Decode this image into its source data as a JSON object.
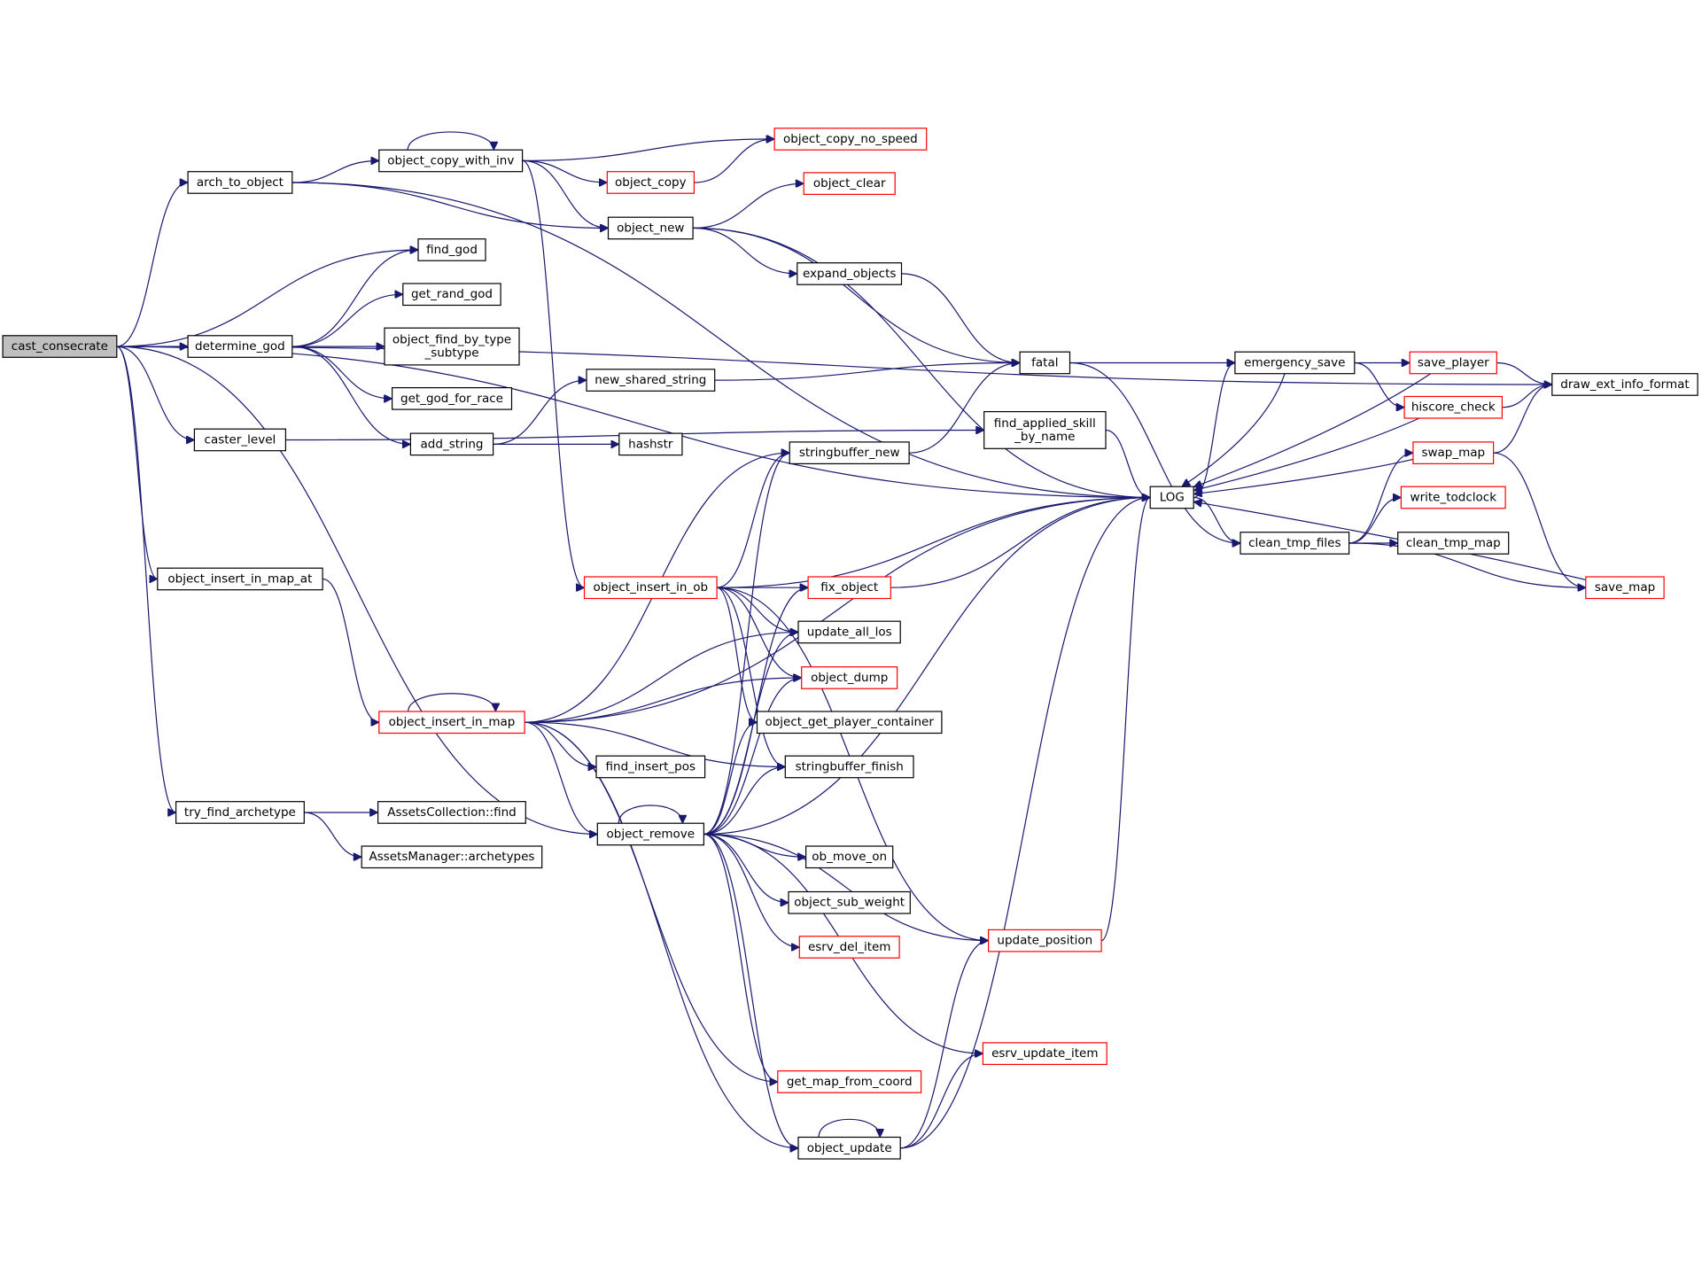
{
  "colors": {
    "edge": "#191970",
    "root_fill": "#bfbfbf",
    "red_border": "#ff0000",
    "normal_border": "#000000"
  },
  "nodes": {
    "cast_consecrate": {
      "label": "cast_consecrate",
      "style": "root"
    },
    "arch_to_object": {
      "label": "arch_to_object",
      "style": "normal"
    },
    "object_copy_with_inv": {
      "label": "object_copy_with_inv",
      "style": "normal"
    },
    "object_copy_no_speed": {
      "label": "object_copy_no_speed",
      "style": "red"
    },
    "object_copy": {
      "label": "object_copy",
      "style": "red"
    },
    "object_clear": {
      "label": "object_clear",
      "style": "red"
    },
    "object_new": {
      "label": "object_new",
      "style": "normal"
    },
    "find_god": {
      "label": "find_god",
      "style": "normal"
    },
    "get_rand_god": {
      "label": "get_rand_god",
      "style": "normal"
    },
    "determine_god": {
      "label": "determine_god",
      "style": "normal"
    },
    "object_find_by_type_subtype": {
      "label": [
        "object_find_by_type",
        "_subtype"
      ],
      "style": "normal"
    },
    "get_god_for_race": {
      "label": "get_god_for_race",
      "style": "normal"
    },
    "expand_objects": {
      "label": "expand_objects",
      "style": "normal"
    },
    "fatal": {
      "label": "fatal",
      "style": "normal"
    },
    "new_shared_string": {
      "label": "new_shared_string",
      "style": "normal"
    },
    "caster_level": {
      "label": "caster_level",
      "style": "normal"
    },
    "add_string": {
      "label": "add_string",
      "style": "normal"
    },
    "hashstr": {
      "label": "hashstr",
      "style": "normal"
    },
    "stringbuffer_new": {
      "label": "stringbuffer_new",
      "style": "normal"
    },
    "find_applied_skill_by_name": {
      "label": [
        "find_applied_skill",
        "_by_name"
      ],
      "style": "normal"
    },
    "emergency_save": {
      "label": "emergency_save",
      "style": "normal"
    },
    "save_player": {
      "label": "save_player",
      "style": "red"
    },
    "draw_ext_info_format": {
      "label": "draw_ext_info_format",
      "style": "normal"
    },
    "hiscore_check": {
      "label": "hiscore_check",
      "style": "red"
    },
    "swap_map": {
      "label": "swap_map",
      "style": "red"
    },
    "LOG": {
      "label": "LOG",
      "style": "normal"
    },
    "write_todclock": {
      "label": "write_todclock",
      "style": "red"
    },
    "clean_tmp_files": {
      "label": "clean_tmp_files",
      "style": "normal"
    },
    "clean_tmp_map": {
      "label": "clean_tmp_map",
      "style": "normal"
    },
    "save_map": {
      "label": "save_map",
      "style": "red"
    },
    "object_insert_in_map_at": {
      "label": "object_insert_in_map_at",
      "style": "normal"
    },
    "object_insert_in_ob": {
      "label": "object_insert_in_ob",
      "style": "red"
    },
    "fix_object": {
      "label": "fix_object",
      "style": "red"
    },
    "update_all_los": {
      "label": "update_all_los",
      "style": "normal"
    },
    "object_dump": {
      "label": "object_dump",
      "style": "red"
    },
    "object_insert_in_map": {
      "label": "object_insert_in_map",
      "style": "red"
    },
    "object_get_player_container": {
      "label": "object_get_player_container",
      "style": "normal"
    },
    "find_insert_pos": {
      "label": "find_insert_pos",
      "style": "normal"
    },
    "stringbuffer_finish": {
      "label": "stringbuffer_finish",
      "style": "normal"
    },
    "try_find_archetype": {
      "label": "try_find_archetype",
      "style": "normal"
    },
    "AssetsCollection_find": {
      "label": "AssetsCollection::find",
      "style": "normal"
    },
    "AssetsManager_archetypes": {
      "label": "AssetsManager::archetypes",
      "style": "normal"
    },
    "object_remove": {
      "label": "object_remove",
      "style": "normal"
    },
    "ob_move_on": {
      "label": "ob_move_on",
      "style": "normal"
    },
    "object_sub_weight": {
      "label": "object_sub_weight",
      "style": "normal"
    },
    "esrv_del_item": {
      "label": "esrv_del_item",
      "style": "red"
    },
    "update_position": {
      "label": "update_position",
      "style": "red"
    },
    "esrv_update_item": {
      "label": "esrv_update_item",
      "style": "red"
    },
    "get_map_from_coord": {
      "label": "get_map_from_coord",
      "style": "red"
    },
    "object_update": {
      "label": "object_update",
      "style": "normal"
    }
  },
  "edges": [
    [
      "cast_consecrate",
      "arch_to_object"
    ],
    [
      "cast_consecrate",
      "LOG"
    ],
    [
      "cast_consecrate",
      "draw_ext_info_format"
    ],
    [
      "cast_consecrate",
      "find_god"
    ],
    [
      "cast_consecrate",
      "determine_god"
    ],
    [
      "cast_consecrate",
      "caster_level"
    ],
    [
      "cast_consecrate",
      "object_insert_in_map_at"
    ],
    [
      "cast_consecrate",
      "try_find_archetype"
    ],
    [
      "cast_consecrate",
      "object_remove"
    ],
    [
      "arch_to_object",
      "object_copy_with_inv"
    ],
    [
      "arch_to_object",
      "object_new"
    ],
    [
      "arch_to_object",
      "LOG"
    ],
    [
      "object_copy_with_inv",
      "object_copy_with_inv"
    ],
    [
      "object_copy_with_inv",
      "object_copy_no_speed"
    ],
    [
      "object_copy_with_inv",
      "object_copy"
    ],
    [
      "object_copy_with_inv",
      "object_new"
    ],
    [
      "object_copy_with_inv",
      "object_insert_in_ob"
    ],
    [
      "object_copy",
      "object_copy_no_speed"
    ],
    [
      "object_new",
      "object_clear"
    ],
    [
      "object_new",
      "expand_objects"
    ],
    [
      "object_new",
      "fatal"
    ],
    [
      "object_new",
      "LOG"
    ],
    [
      "expand_objects",
      "fatal"
    ],
    [
      "determine_god",
      "find_god"
    ],
    [
      "determine_god",
      "get_rand_god"
    ],
    [
      "determine_god",
      "object_find_by_type_subtype"
    ],
    [
      "determine_god",
      "get_god_for_race"
    ],
    [
      "determine_god",
      "add_string"
    ],
    [
      "add_string",
      "new_shared_string"
    ],
    [
      "add_string",
      "hashstr"
    ],
    [
      "new_shared_string",
      "fatal"
    ],
    [
      "caster_level",
      "find_applied_skill_by_name"
    ],
    [
      "find_applied_skill_by_name",
      "LOG"
    ],
    [
      "fatal",
      "emergency_save"
    ],
    [
      "fatal",
      "clean_tmp_files"
    ],
    [
      "emergency_save",
      "save_player"
    ],
    [
      "emergency_save",
      "hiscore_check"
    ],
    [
      "emergency_save",
      "LOG"
    ],
    [
      "save_player",
      "draw_ext_info_format"
    ],
    [
      "save_player",
      "LOG"
    ],
    [
      "hiscore_check",
      "draw_ext_info_format"
    ],
    [
      "hiscore_check",
      "LOG"
    ],
    [
      "LOG",
      "emergency_save"
    ],
    [
      "LOG",
      "clean_tmp_files"
    ],
    [
      "clean_tmp_files",
      "swap_map"
    ],
    [
      "clean_tmp_files",
      "write_todclock"
    ],
    [
      "clean_tmp_files",
      "clean_tmp_map"
    ],
    [
      "clean_tmp_files",
      "save_map"
    ],
    [
      "swap_map",
      "draw_ext_info_format"
    ],
    [
      "swap_map",
      "save_map"
    ],
    [
      "swap_map",
      "LOG"
    ],
    [
      "save_map",
      "LOG"
    ],
    [
      "stringbuffer_new",
      "fatal"
    ],
    [
      "object_insert_in_map_at",
      "object_insert_in_map"
    ],
    [
      "object_insert_in_map",
      "object_insert_in_map"
    ],
    [
      "object_insert_in_map",
      "stringbuffer_new"
    ],
    [
      "object_insert_in_map",
      "update_all_los"
    ],
    [
      "object_insert_in_map",
      "object_dump"
    ],
    [
      "object_insert_in_map",
      "find_insert_pos"
    ],
    [
      "object_insert_in_map",
      "stringbuffer_finish"
    ],
    [
      "object_insert_in_map",
      "object_remove"
    ],
    [
      "object_insert_in_map",
      "get_map_from_coord"
    ],
    [
      "object_insert_in_map",
      "object_update"
    ],
    [
      "object_insert_in_map",
      "LOG"
    ],
    [
      "object_insert_in_ob",
      "fix_object"
    ],
    [
      "object_insert_in_ob",
      "update_all_los"
    ],
    [
      "object_insert_in_ob",
      "object_dump"
    ],
    [
      "object_insert_in_ob",
      "object_get_player_container"
    ],
    [
      "object_insert_in_ob",
      "stringbuffer_finish"
    ],
    [
      "object_insert_in_ob",
      "stringbuffer_new"
    ],
    [
      "object_insert_in_ob",
      "LOG"
    ],
    [
      "object_insert_in_ob",
      "update_position"
    ],
    [
      "fix_object",
      "LOG"
    ],
    [
      "try_find_archetype",
      "AssetsCollection_find"
    ],
    [
      "try_find_archetype",
      "AssetsManager_archetypes"
    ],
    [
      "object_remove",
      "object_remove"
    ],
    [
      "object_remove",
      "stringbuffer_new"
    ],
    [
      "object_remove",
      "fix_object"
    ],
    [
      "object_remove",
      "update_all_los"
    ],
    [
      "object_remove",
      "object_dump"
    ],
    [
      "object_remove",
      "object_get_player_container"
    ],
    [
      "object_remove",
      "stringbuffer_finish"
    ],
    [
      "object_remove",
      "LOG"
    ],
    [
      "object_remove",
      "ob_move_on"
    ],
    [
      "object_remove",
      "object_sub_weight"
    ],
    [
      "object_remove",
      "esrv_del_item"
    ],
    [
      "object_remove",
      "update_position"
    ],
    [
      "object_remove",
      "esrv_update_item"
    ],
    [
      "object_remove",
      "get_map_from_coord"
    ],
    [
      "object_remove",
      "object_update"
    ],
    [
      "update_position",
      "LOG"
    ],
    [
      "object_update",
      "object_update"
    ],
    [
      "object_update",
      "update_position"
    ],
    [
      "object_update",
      "esrv_update_item"
    ],
    [
      "object_update",
      "LOG"
    ]
  ]
}
